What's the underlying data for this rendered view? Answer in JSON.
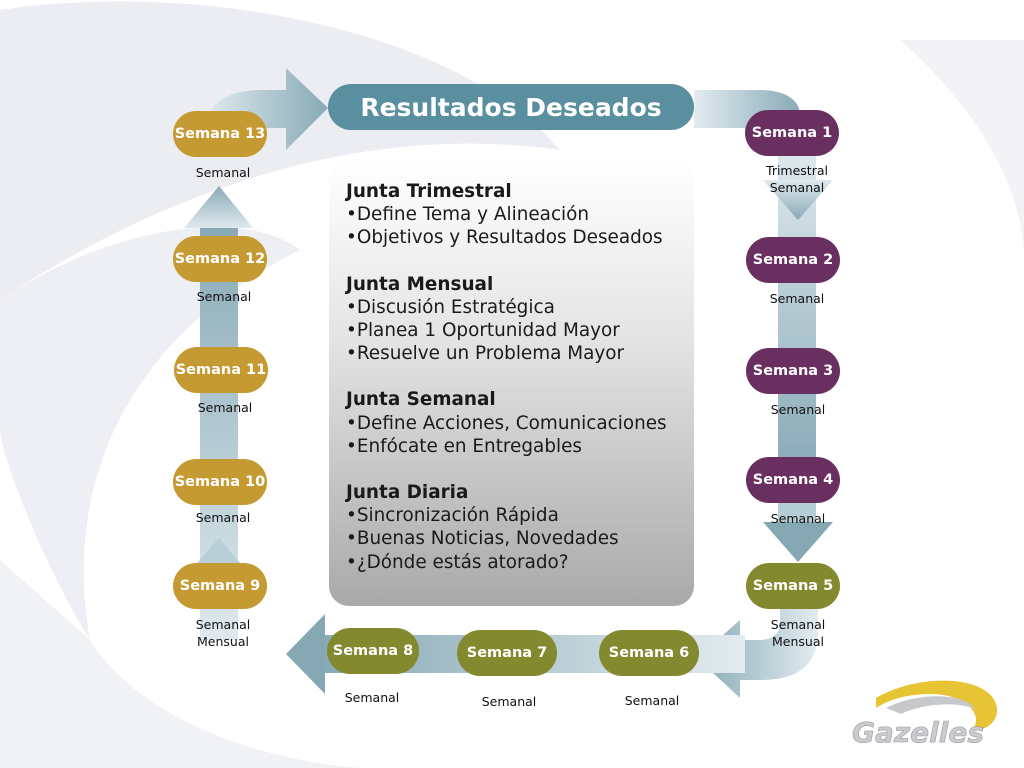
{
  "title": "Resultados Deseados",
  "center": {
    "sections": [
      {
        "title": "Junta Trimestral",
        "items": [
          "•Define Tema y Alineación",
          "•Objetivos y Resultados Deseados"
        ]
      },
      {
        "title": "Junta Mensual",
        "items": [
          "•Discusión Estratégica",
          "•Planea 1 Oportunidad Mayor",
          "•Resuelve un Problema Mayor"
        ]
      },
      {
        "title": "Junta Semanal",
        "items": [
          "•Define Acciones, Comunicaciones",
          "•Enfócate en Entregables"
        ]
      },
      {
        "title": "Junta Diaria",
        "items": [
          "•Sincronización Rápida",
          "•Buenas Noticias, Novedades",
          "•¿Dónde estás atorado?"
        ]
      }
    ]
  },
  "weeks": [
    {
      "label": "Semana 1",
      "color": "#6a2f61",
      "sub": [
        "Trimestral",
        "Semanal"
      ]
    },
    {
      "label": "Semana 2",
      "color": "#6a2f61",
      "sub": [
        "Semanal"
      ]
    },
    {
      "label": "Semana 3",
      "color": "#6a2f61",
      "sub": [
        "Semanal"
      ]
    },
    {
      "label": "Semana 4",
      "color": "#6a2f61",
      "sub": [
        "Semanal"
      ]
    },
    {
      "label": "Semana 5",
      "color": "#83892e",
      "sub": [
        "Semanal",
        "Mensual"
      ]
    },
    {
      "label": "Semana 6",
      "color": "#83892e",
      "sub": [
        "Semanal"
      ]
    },
    {
      "label": "Semana 7",
      "color": "#83892e",
      "sub": [
        "Semanal"
      ]
    },
    {
      "label": "Semana 8",
      "color": "#83892e",
      "sub": [
        "Semanal"
      ]
    },
    {
      "label": "Semana 9",
      "color": "#c59a33",
      "sub": [
        "Semanal",
        "Mensual"
      ]
    },
    {
      "label": "Semana 10",
      "color": "#c59a33",
      "sub": [
        "Semanal"
      ]
    },
    {
      "label": "Semana 11",
      "color": "#c59a33",
      "sub": [
        "Semanal"
      ]
    },
    {
      "label": "Semana 12",
      "color": "#c59a33",
      "sub": [
        "Semanal"
      ]
    },
    {
      "label": "Semana 13",
      "color": "#c59a33",
      "sub": [
        "Semanal"
      ]
    }
  ],
  "logo": {
    "text": "Gazelles"
  }
}
